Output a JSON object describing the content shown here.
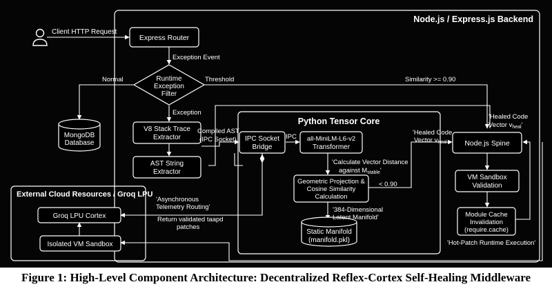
{
  "diagram": {
    "containers": {
      "backend": "Node.js / Express.js Backend",
      "python_core": "Python Tensor Core",
      "external": "External Cloud Resources / Groq LPU"
    },
    "nodes": {
      "client": "Client HTTP Request",
      "express_router": "Express Router",
      "filter": [
        "Runtime",
        "Exception",
        "Filter"
      ],
      "mongodb": [
        "MongoDB",
        "Database"
      ],
      "v8_extractor": [
        "V8 Stack Trace",
        "Extractor"
      ],
      "ast_extractor": [
        "AST String",
        "Extractor"
      ],
      "ipc_bridge": [
        "IPC Socket",
        "Bridge"
      ],
      "transformer": [
        "all-MiniLM-L6-v2",
        "Transformer"
      ],
      "geometric": [
        "Geometric Projection &",
        "Cosine Similarity",
        "Calculation"
      ],
      "static_manifold": [
        "Static Manifold",
        "(manifold.pkl)"
      ],
      "node_spine": "Node.js Spine",
      "vm_validation": [
        "VM Sandbox",
        "Validation"
      ],
      "module_cache": [
        "Module Cache",
        "Invalidation",
        "(require.cache)"
      ],
      "groq_cortex": "Groq LPU Cortex",
      "isolated_vm": "Isolated VM Sandbox"
    },
    "edge_labels": {
      "exception_event": "Exception Event",
      "normal": "Normal",
      "threshold": "Threshold",
      "similarity": "Similarity >= 0.90",
      "exception": "Exception",
      "compiled_ast": [
        "Compiled AST",
        "(IPC Socket)"
      ],
      "ipc": "IPC",
      "calc_vector": [
        "'Calculate Vector Distance",
        "against M"
      ],
      "calc_vector_sub": "stable",
      "calc_vector_end": "'",
      "lt_090": "< 0.90",
      "dim_384": [
        "'384-Dimensional",
        "Latent Manifold'"
      ],
      "healed_left": [
        "'Healed Code",
        "Vector v"
      ],
      "healed_left_sub": "heal",
      "healed_right": [
        "'Healed Code",
        "Vector v"
      ],
      "healed_right_sub": "heal",
      "healed_right_end": "'",
      "async_telemetry": [
        "'Asynchronous",
        "Telemetry Routing'"
      ],
      "return_patches": [
        "Return validated taapd",
        "patches"
      ],
      "hot_patch": "'Hot-Patch Runtime Execution'"
    },
    "caption": "Figure 1: High-Level Component Architecture: Decentralized Reflex-Cortex Self-Healing Middleware"
  }
}
